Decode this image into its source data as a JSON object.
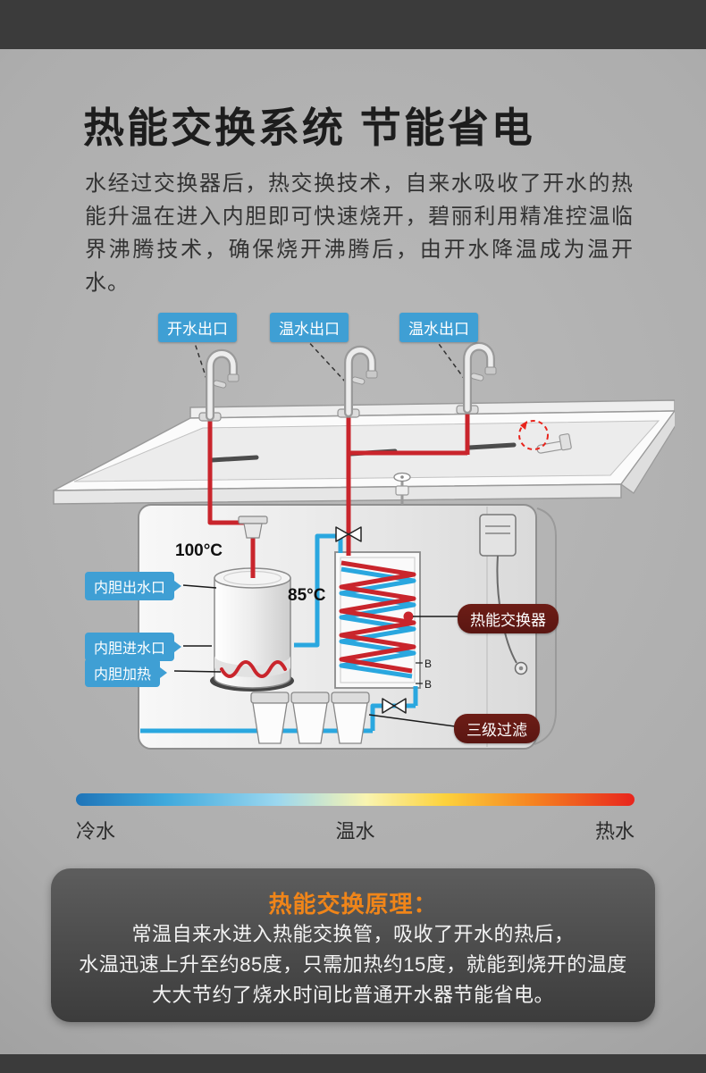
{
  "header": {
    "title": "热能交换系统  节能省电"
  },
  "intro": "水经过交换器后，热交换技术，自来水吸收了开水的热能升温在进入内胆即可快速烧开，碧丽利用精准控温临界沸腾技术，确保烧开沸腾后，由开水降温成为温开水。",
  "diagram": {
    "outlets": [
      {
        "label": "开水出口"
      },
      {
        "label": "温水出口"
      },
      {
        "label": "温水出口"
      }
    ],
    "temps": {
      "tank_out": "100°C",
      "exchanger_out": "85°C"
    },
    "tank_labels": [
      {
        "label": "内胆出水口"
      },
      {
        "label": "内胆进水口"
      },
      {
        "label": "内胆加热"
      }
    ],
    "callouts": [
      {
        "label": "热能交换器"
      },
      {
        "label": "三级过滤"
      }
    ],
    "marks": [
      "B",
      "B"
    ]
  },
  "legend": {
    "cold": "冷水",
    "warm": "温水",
    "hot": "热水"
  },
  "principle": {
    "title": "热能交换原理：",
    "lines": [
      "常温自来水进入热能交换管，吸收了开水的热后，",
      "水温迅速上升至约85度，只需加热约15度，就能到烧开的温度",
      "大大节约了烧水时间比普通开水器节能省电。"
    ]
  },
  "colors": {
    "hot_pipe": "#c9252c",
    "cold_pipe": "#2aa7df",
    "label_blue": "#3f9fd4",
    "label_maroon": "#5a1612",
    "accent_orange": "#f08519"
  }
}
